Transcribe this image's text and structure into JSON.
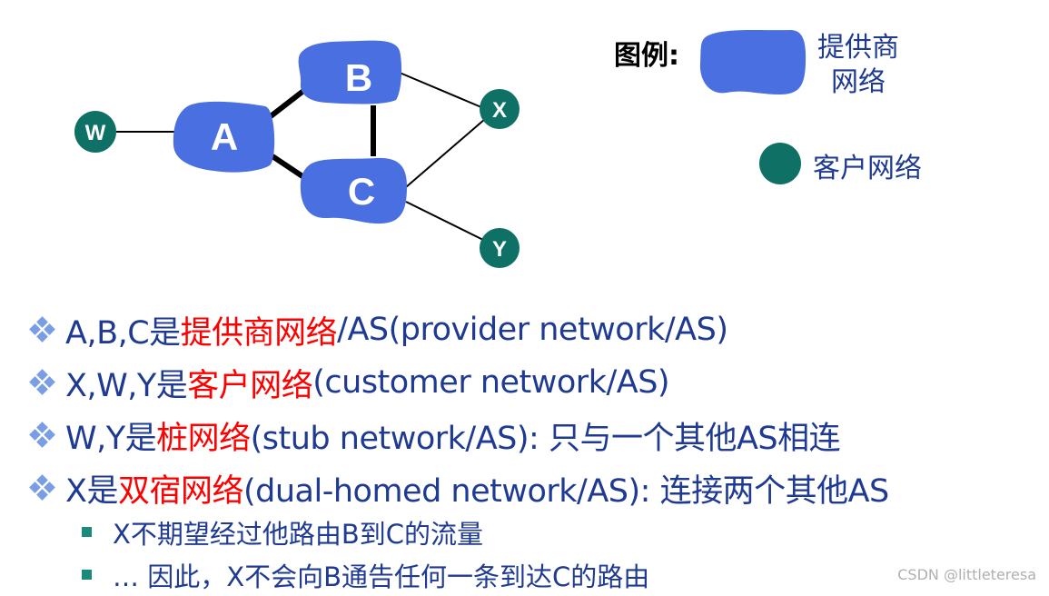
{
  "nodes": {
    "A": "A",
    "B": "B",
    "C": "C",
    "W": "W",
    "X": "X",
    "Y": "Y"
  },
  "legend": {
    "title": "图例:",
    "provider_line1": "提供商",
    "provider_line2": "网络",
    "customer": "客户网络"
  },
  "bullets": [
    {
      "pre": "A,B,C是",
      "red": "提供商网络",
      "post": "/AS(provider network/AS)"
    },
    {
      "pre": "X,W,Y是",
      "red": "客户网络",
      "post": "(customer network/AS)"
    },
    {
      "pre": "W,Y是",
      "red": "桩网络",
      "post": "(stub network/AS): 只与一个其他AS相连"
    },
    {
      "pre": "X是",
      "red": "双宿网络",
      "post": "(dual-homed network/AS): 连接两个其他AS"
    }
  ],
  "sub_bullets": [
    "X不期望经过他路由B到C的流量",
    "… 因此，X不会向B通告任何一条到达C的路由"
  ],
  "colors": {
    "provider": "#4a6fe0",
    "customer": "#0f7066",
    "text": "#1f3a93",
    "highlight": "#ff0000"
  },
  "watermark": "CSDN @littleteresa"
}
